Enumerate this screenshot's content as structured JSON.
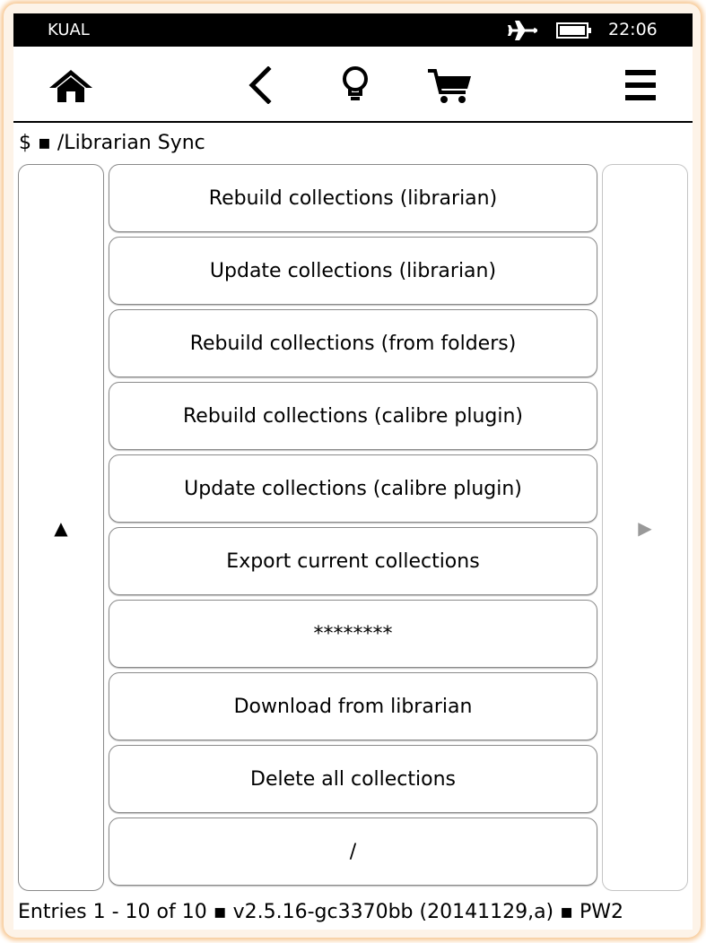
{
  "status_bar": {
    "carrier": "KUAL",
    "time": "22:06",
    "airplane_icon": "airplane-icon",
    "battery_icon": "battery-icon"
  },
  "toolbar": {
    "icons": [
      "home-icon",
      "back-icon",
      "light-bulb-icon",
      "cart-icon",
      "menu-icon"
    ]
  },
  "breadcrumb": "$ ▪ /Librarian Sync",
  "scroll": {
    "up_arrow": "▲",
    "next_arrow": "▶"
  },
  "menu": {
    "items": [
      {
        "label": "Rebuild collections (librarian)"
      },
      {
        "label": "Update collections (librarian)"
      },
      {
        "label": "Rebuild collections (from folders)"
      },
      {
        "label": "Rebuild collections (calibre plugin)"
      },
      {
        "label": "Update collections (calibre plugin)"
      },
      {
        "label": "Export current collections"
      },
      {
        "label": "********"
      },
      {
        "label": "Download from librarian"
      },
      {
        "label": "Delete all collections"
      },
      {
        "label": "/"
      }
    ]
  },
  "footer": "Entries 1 - 10 of 10 ▪ v2.5.16-gc3370bb (20141129,a) ▪ PW2"
}
